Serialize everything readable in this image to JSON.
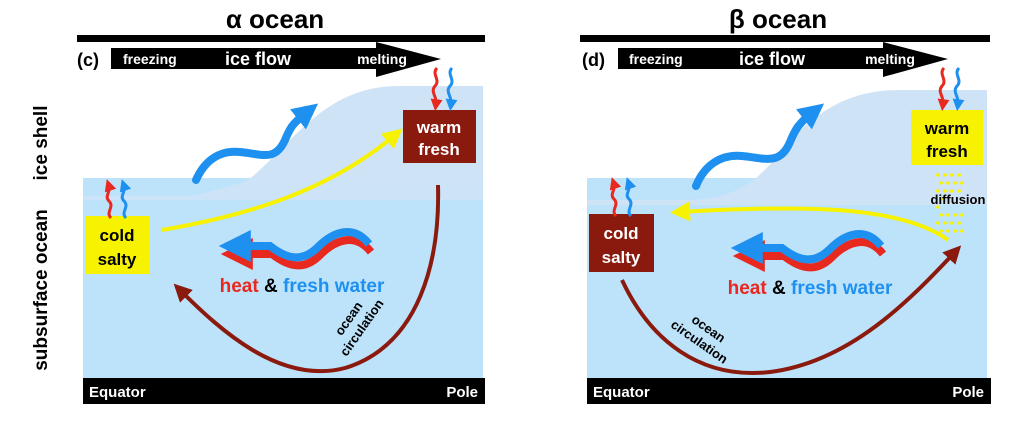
{
  "colors": {
    "ice_shell": "#cfe3f7",
    "ocean": "#bde3fb",
    "dark_red": "#8b1a0e",
    "red": "#e8291f",
    "blue": "#1e90ef",
    "yellow": "#f7f200",
    "black": "#000000",
    "white": "#ffffff"
  },
  "side_labels": {
    "ice_shell": "ice shell",
    "subsurface_ocean": "subsurface ocean"
  },
  "panels": [
    {
      "id": "alpha",
      "title": "α ocean",
      "panel_letter": "(c)",
      "ice_flow": {
        "left": "freezing",
        "center": "ice flow",
        "right": "melting"
      },
      "equator_box": {
        "line1": "cold",
        "line2": "salty",
        "style": "yellow"
      },
      "pole_box": {
        "line1": "warm",
        "line2": "fresh",
        "style": "dark-red"
      },
      "transport_label": {
        "heat": "heat",
        "amp": "&",
        "fresh": "fresh water"
      },
      "circulation_label": {
        "line1": "ocean",
        "line2": "circulation"
      },
      "circulation_direction": "pole-to-equator",
      "yellow_arrow_direction": "equator-to-pole",
      "diffusion_label": null,
      "bottom_bar": {
        "left": "Equator",
        "right": "Pole"
      }
    },
    {
      "id": "beta",
      "title": "β ocean",
      "panel_letter": "(d)",
      "ice_flow": {
        "left": "freezing",
        "center": "ice flow",
        "right": "melting"
      },
      "equator_box": {
        "line1": "cold",
        "line2": "salty",
        "style": "dark-red"
      },
      "pole_box": {
        "line1": "warm",
        "line2": "fresh",
        "style": "yellow"
      },
      "transport_label": {
        "heat": "heat",
        "amp": "&",
        "fresh": "fresh water"
      },
      "circulation_label": {
        "line1": "ocean",
        "line2": "circulation"
      },
      "circulation_direction": "equator-to-pole",
      "yellow_arrow_direction": "pole-to-equator",
      "diffusion_label": "diffusion",
      "bottom_bar": {
        "left": "Equator",
        "right": "Pole"
      }
    }
  ]
}
